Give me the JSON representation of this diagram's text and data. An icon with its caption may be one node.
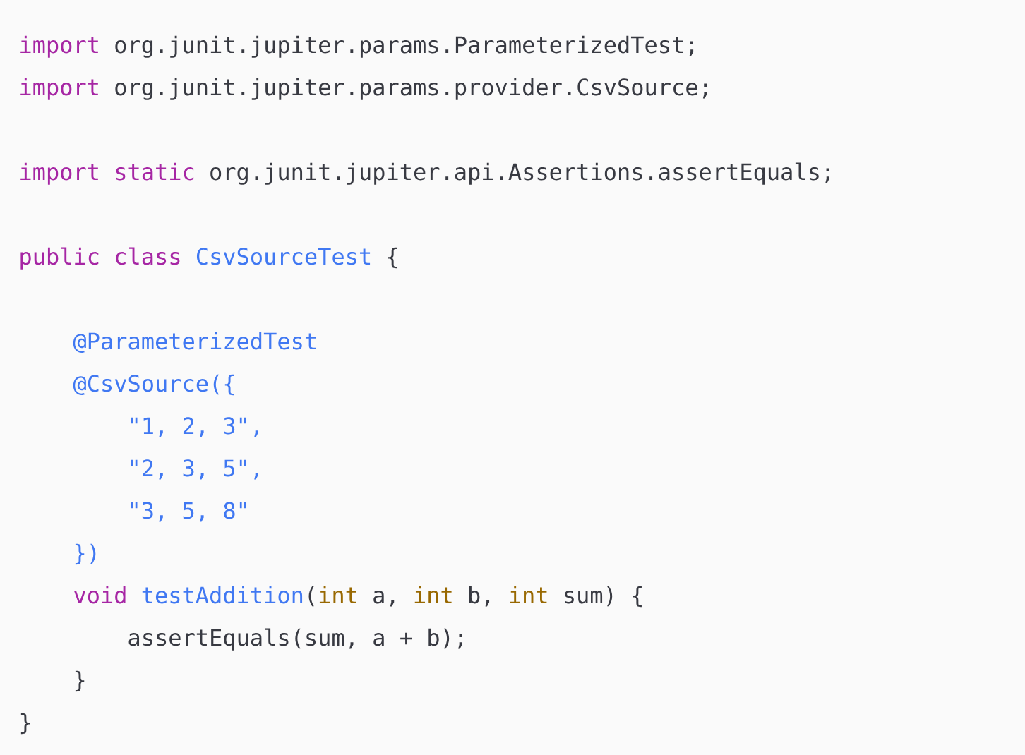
{
  "diagram": {
    "labels": [
      "import",
      "org.junit.jupiter.params.ParameterizedTest;",
      "import",
      "org.junit.jupiter.params.provider.CsvSource;",
      "import",
      "static",
      "org.junit.jupiter.api.Assertions.assertEquals;",
      "public",
      "class",
      "CsvSourceTest",
      "{",
      "@ParameterizedTest",
      "@CsvSource({",
      "\"1, 2, 3\",",
      "\"2, 3, 5\",",
      "\"3, 5, 8\"",
      "})",
      "void",
      "testAddition",
      "(",
      "int",
      "a,",
      "int",
      "b,",
      "int",
      "sum) {",
      "assertEquals(sum, a + b);",
      "}",
      "}"
    ]
  }
}
